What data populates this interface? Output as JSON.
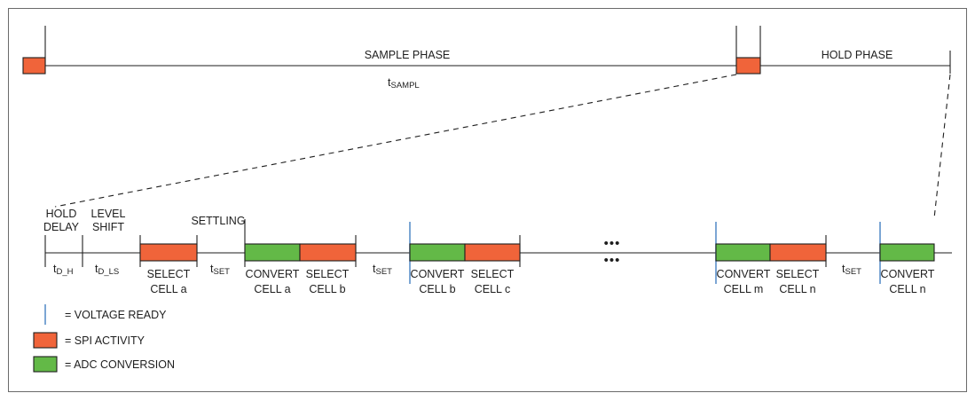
{
  "colors": {
    "spi": "#f0643a",
    "adc": "#63b947",
    "voltage_ready": "#5b8fc9",
    "line": "#1e1e1e"
  },
  "top": {
    "sample_phase": "SAMPLE PHASE",
    "t_sampl_main": "t",
    "t_sampl_sub": "SAMPL",
    "hold_phase": "HOLD PHASE"
  },
  "timeline": {
    "hold_delay_1": "HOLD",
    "hold_delay_2": "DELAY",
    "level_shift_1": "LEVEL",
    "level_shift_2": "SHIFT",
    "settling": "SETTLING",
    "t_main": "t",
    "t_dh_sub": "D_H",
    "t_dls_sub": "D_LS",
    "t_set_sub": "SET",
    "ellipsis": "•••",
    "select_cell_a": [
      "SELECT",
      "CELL a"
    ],
    "convert_cell_a": [
      "CONVERT",
      "CELL a"
    ],
    "select_cell_b": [
      "SELECT",
      "CELL b"
    ],
    "convert_cell_b": [
      "CONVERT",
      "CELL b"
    ],
    "select_cell_c": [
      "SELECT",
      "CELL c"
    ],
    "convert_cell_m": [
      "CONVERT",
      "CELL m"
    ],
    "select_cell_n": [
      "SELECT",
      "CELL n"
    ],
    "convert_cell_n": [
      "CONVERT",
      "CELL n"
    ]
  },
  "legend": {
    "voltage_ready": "= VOLTAGE READY",
    "spi_activity": "= SPI ACTIVITY",
    "adc_conversion": "= ADC CONVERSION"
  }
}
